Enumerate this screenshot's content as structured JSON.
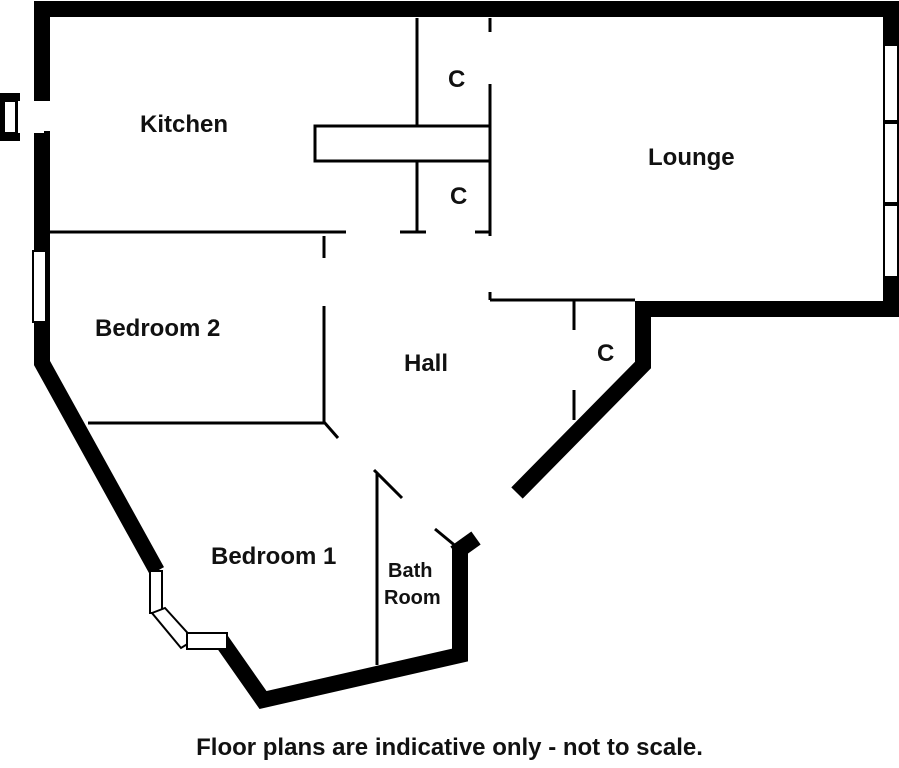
{
  "rooms": {
    "kitchen": "Kitchen",
    "lounge": "Lounge",
    "bedroom2": "Bedroom 2",
    "hall": "Hall",
    "bedroom1": "Bedroom 1",
    "bath_line1": "Bath",
    "bath_line2": "Room"
  },
  "closets": {
    "c1": "C",
    "c2": "C",
    "c3": "C"
  },
  "disclaimer": "Floor plans are indicative only - not to scale."
}
